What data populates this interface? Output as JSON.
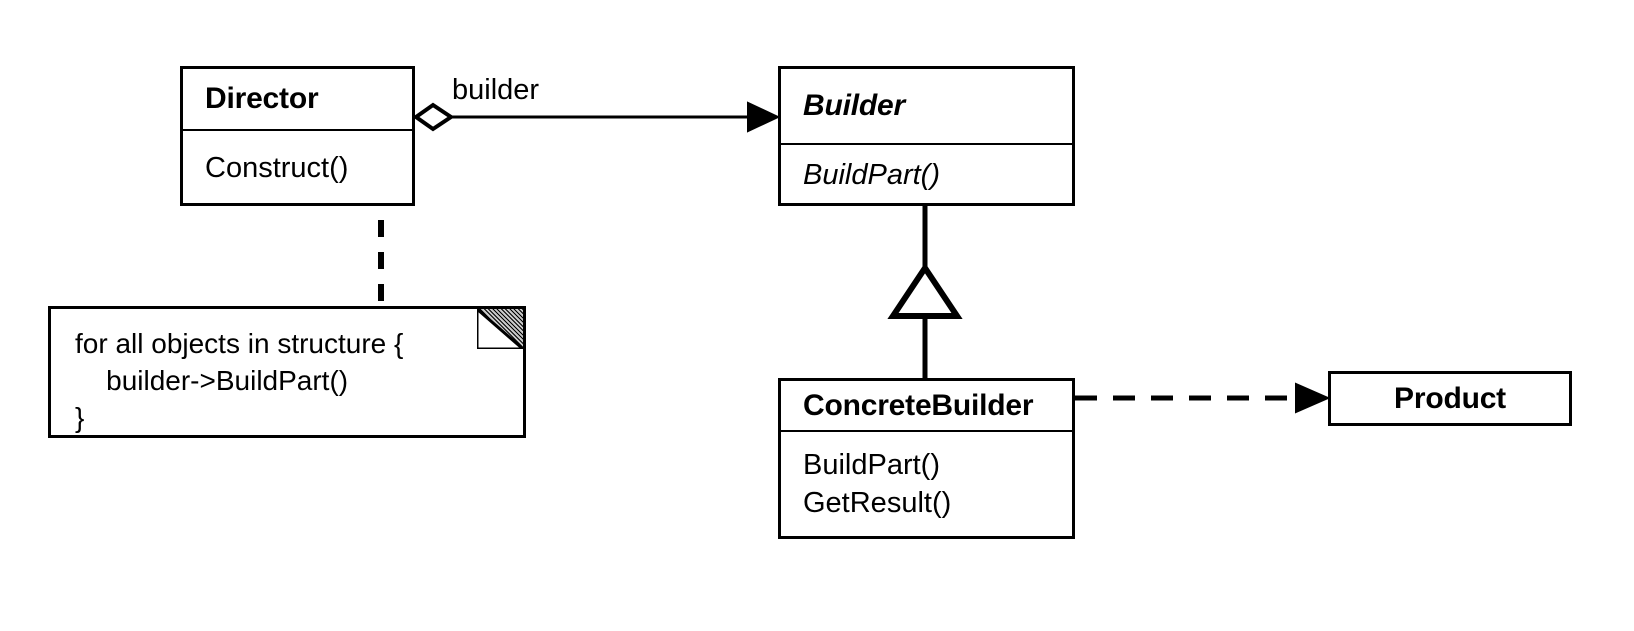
{
  "diagram": {
    "title": "Builder design pattern structure diagram",
    "colors": {
      "stroke": "#000000",
      "fill": "#ffffff",
      "fold_shade": "#c8c8c8"
    },
    "classes": {
      "director": {
        "name": "Director",
        "abstract": false,
        "operations": [
          "Construct()"
        ]
      },
      "builder": {
        "name": "Builder",
        "abstract": true,
        "operations": [
          "BuildPart()"
        ]
      },
      "concrete_builder": {
        "name": "ConcreteBuilder",
        "abstract": false,
        "operations": [
          "BuildPart()",
          "GetResult()"
        ]
      },
      "product": {
        "name": "Product",
        "abstract": false,
        "operations": []
      }
    },
    "note": {
      "lines": [
        "for all objects in structure {",
        "    builder->BuildPart()",
        "}"
      ],
      "text": "for all objects in structure {\n    builder->BuildPart()\n}"
    },
    "relationships": {
      "director_builder": {
        "label": "builder",
        "kind": "aggregation-association",
        "source": "Director",
        "target": "Builder",
        "source_decoration": "hollow-diamond",
        "target_decoration": "filled-arrow"
      },
      "builder_inheritance": {
        "label": "",
        "kind": "generalization",
        "source": "ConcreteBuilder",
        "target": "Builder",
        "target_decoration": "hollow-triangle"
      },
      "concretebuilder_product": {
        "label": "",
        "kind": "dependency",
        "source": "ConcreteBuilder",
        "target": "Product",
        "line_style": "dashed",
        "target_decoration": "filled-arrow"
      },
      "construct_note": {
        "label": "",
        "kind": "note-anchor",
        "source": "Construct()",
        "target": "note",
        "line_style": "dashed",
        "source_decoration": "hollow-circle"
      }
    }
  }
}
